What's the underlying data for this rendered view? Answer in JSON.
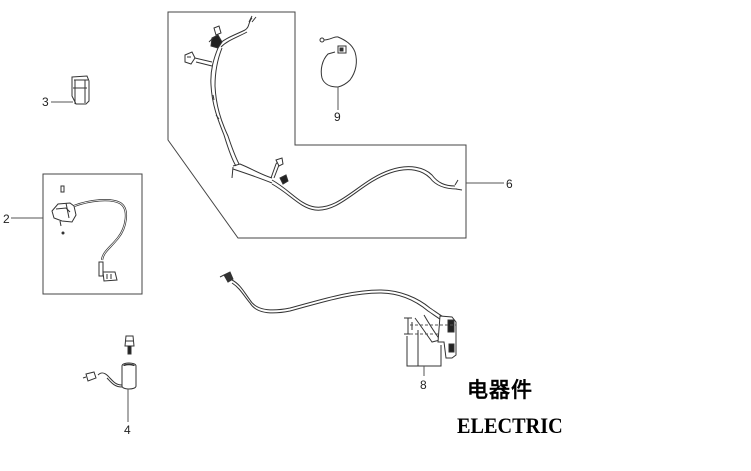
{
  "diagram": {
    "type": "exploded-parts-diagram",
    "title_cn": "电器件",
    "title_en": "ELECTRIC",
    "line_color": "#333333",
    "leader_color": "#555555",
    "callouts": [
      {
        "id": "2",
        "label": "2",
        "part": "switch-assembly-with-cable"
      },
      {
        "id": "3",
        "label": "3",
        "part": "relay-module"
      },
      {
        "id": "4",
        "label": "4",
        "part": "ignition-coil-with-cap"
      },
      {
        "id": "6",
        "label": "6",
        "part": "main-wiring-harness"
      },
      {
        "id": "8",
        "label": "8",
        "part": "throttle-grip-with-cable"
      },
      {
        "id": "9",
        "label": "9",
        "part": "coiled-sensor-wire"
      }
    ]
  }
}
